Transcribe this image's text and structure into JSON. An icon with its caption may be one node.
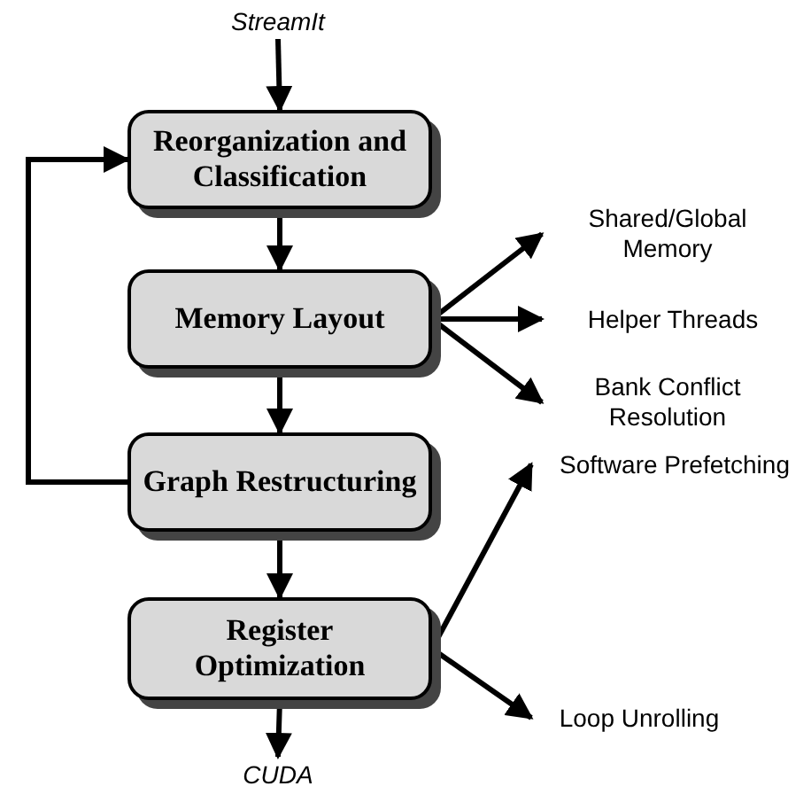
{
  "diagram": {
    "nodes": [
      {
        "text": [
          "StreamIt"
        ]
      },
      {
        "text": [
          "Reorganization and Classification"
        ]
      },
      {
        "text": [
          "Memory Layout"
        ]
      },
      {
        "text": [
          "Shared/Global Memory"
        ]
      },
      {
        "text": [
          "Helper Threads"
        ]
      },
      {
        "text": [
          "Bank Conflict Resolution"
        ]
      },
      {
        "text": [
          "Graph Restructuring"
        ]
      },
      {
        "text": [
          "Software Prefetching"
        ]
      },
      {
        "text": [
          "Register Optimization"
        ]
      },
      {
        "text": [
          "Loop Unrolling"
        ]
      },
      {
        "text": [
          "CUDA"
        ]
      }
    ],
    "edges": [
      {
        "from": 0,
        "to": 1,
        "arrow": "to"
      },
      {
        "from": 1,
        "to": 2,
        "arrow": "to"
      },
      {
        "from": 2,
        "to": 3,
        "arrow": "to"
      },
      {
        "from": 2,
        "to": 4,
        "arrow": "to"
      },
      {
        "from": 2,
        "to": 5,
        "arrow": "to"
      },
      {
        "from": 2,
        "to": 6,
        "arrow": "to"
      },
      {
        "from": 6,
        "to": 1,
        "arrow": "to"
      },
      {
        "from": 6,
        "to": 8,
        "arrow": "to"
      },
      {
        "from": 8,
        "to": 7,
        "arrow": "to"
      },
      {
        "from": 8,
        "to": 9,
        "arrow": "to"
      },
      {
        "from": 8,
        "to": 10,
        "arrow": "to"
      }
    ]
  }
}
